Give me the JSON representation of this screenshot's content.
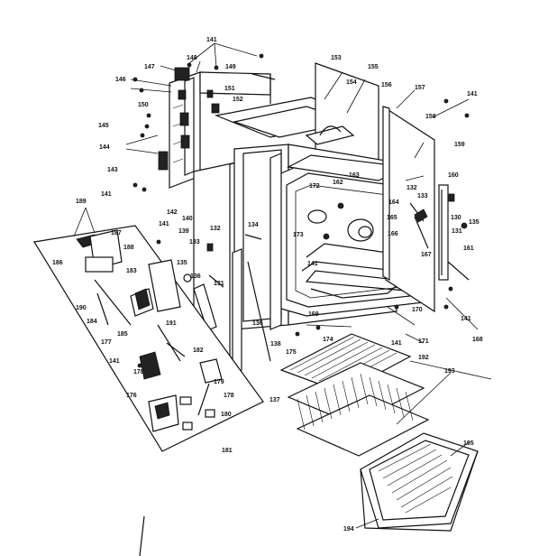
{
  "callouts": [
    {
      "label": "141"
    },
    {
      "label": "147"
    },
    {
      "label": "148"
    },
    {
      "label": "149"
    },
    {
      "label": "146"
    },
    {
      "label": "151"
    },
    {
      "label": "150"
    },
    {
      "label": "152"
    },
    {
      "label": "145"
    },
    {
      "label": "144"
    },
    {
      "label": "143"
    },
    {
      "label": "141"
    },
    {
      "label": "142"
    },
    {
      "label": "140"
    },
    {
      "label": "139"
    },
    {
      "label": "189"
    },
    {
      "label": "187"
    },
    {
      "label": "188"
    },
    {
      "label": "141"
    },
    {
      "label": "186"
    },
    {
      "label": "183"
    },
    {
      "label": "190"
    },
    {
      "label": "184"
    },
    {
      "label": "185"
    },
    {
      "label": "191"
    },
    {
      "label": "177"
    },
    {
      "label": "182"
    },
    {
      "label": "141"
    },
    {
      "label": "178"
    },
    {
      "label": "179"
    },
    {
      "label": "178"
    },
    {
      "label": "176"
    },
    {
      "label": "180"
    },
    {
      "label": "181"
    },
    {
      "label": "133"
    },
    {
      "label": "135"
    },
    {
      "label": "132"
    },
    {
      "label": "136"
    },
    {
      "label": "131"
    },
    {
      "label": "134"
    },
    {
      "label": "136"
    },
    {
      "label": "138"
    },
    {
      "label": "137"
    },
    {
      "label": "153"
    },
    {
      "label": "155"
    },
    {
      "label": "154"
    },
    {
      "label": "156"
    },
    {
      "label": "157"
    },
    {
      "label": "158"
    },
    {
      "label": "141"
    },
    {
      "label": "159"
    },
    {
      "label": "160"
    },
    {
      "label": "172"
    },
    {
      "label": "162"
    },
    {
      "label": "163"
    },
    {
      "label": "173"
    },
    {
      "label": "141"
    },
    {
      "label": "169"
    },
    {
      "label": "132"
    },
    {
      "label": "133"
    },
    {
      "label": "164"
    },
    {
      "label": "165"
    },
    {
      "label": "166"
    },
    {
      "label": "130"
    },
    {
      "label": "135"
    },
    {
      "label": "131"
    },
    {
      "label": "161"
    },
    {
      "label": "167"
    },
    {
      "label": "170"
    },
    {
      "label": "171"
    },
    {
      "label": "168"
    },
    {
      "label": "141"
    },
    {
      "label": "174"
    },
    {
      "label": "175"
    },
    {
      "label": "141"
    },
    {
      "label": "192"
    },
    {
      "label": "193"
    },
    {
      "label": "195"
    },
    {
      "label": "194"
    }
  ]
}
